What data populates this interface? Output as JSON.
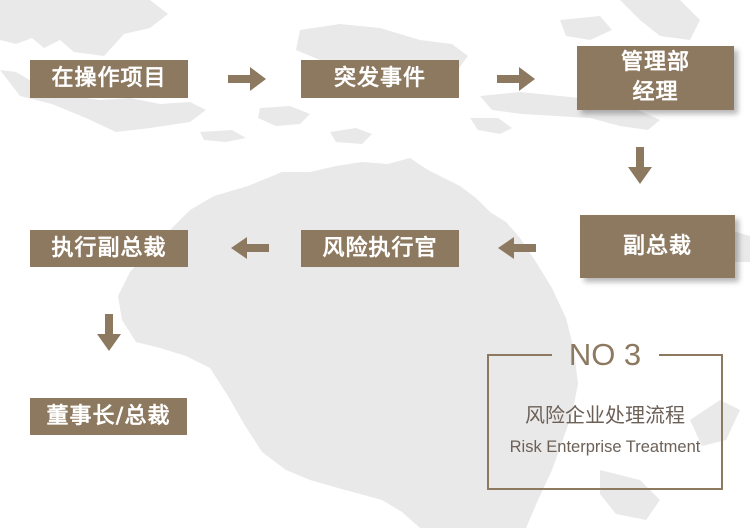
{
  "colors": {
    "box_fill": "#8d7960",
    "box_text": "#ffffff",
    "arrow": "#8d7960",
    "map": "#e9e9e9",
    "frame_text": "#6c6057"
  },
  "flow": {
    "steps": [
      {
        "label": "在操作项目"
      },
      {
        "label": "突发事件"
      },
      {
        "label": "管理部\n经理"
      },
      {
        "label": "副总裁"
      },
      {
        "label": "风险执行官"
      },
      {
        "label": "执行副总裁"
      },
      {
        "label": "董事长/总裁"
      }
    ],
    "arrows": [
      {
        "direction": "right"
      },
      {
        "direction": "right"
      },
      {
        "direction": "down"
      },
      {
        "direction": "left"
      },
      {
        "direction": "left"
      },
      {
        "direction": "down"
      }
    ]
  },
  "title_frame": {
    "number": "NO 3",
    "title_cn": "风险企业处理流程",
    "title_en": "Risk Enterprise Treatment"
  }
}
